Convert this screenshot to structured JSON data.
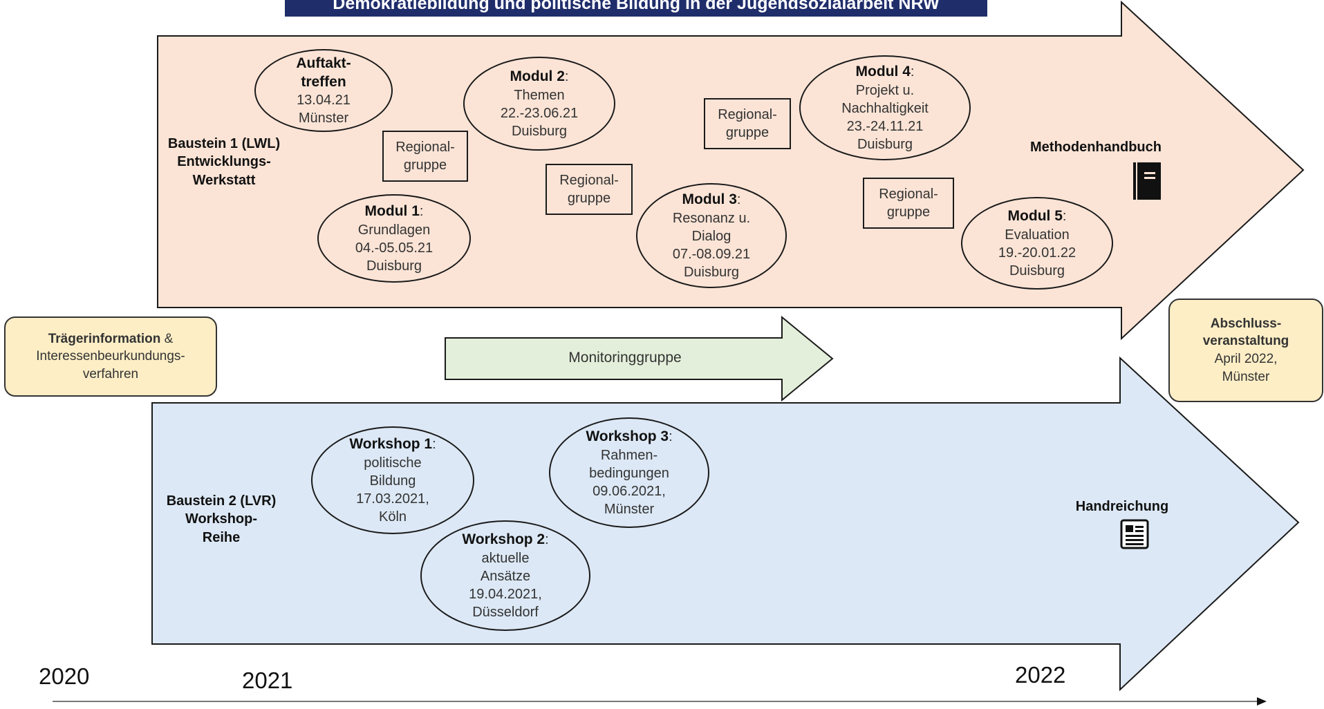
{
  "title": "Demokratiebildung und politische Bildung in der Jugendsozialarbeit NRW",
  "baustein1": {
    "label_line1": "Baustein 1 (LWL)",
    "label_line2": "Entwicklungs-",
    "label_line3": "Werkstatt",
    "output_label": "Methodenhandbuch",
    "output_icon": "book-icon",
    "kickoff": {
      "title_line1": "Auftakt-",
      "title_line2": "treffen",
      "date": "13.04.21",
      "place": "Münster"
    },
    "modules": [
      {
        "title": "Modul 1",
        "topic": "Grundlagen",
        "date": "04.-05.05.21",
        "place": "Duisburg"
      },
      {
        "title": "Modul 2",
        "topic": "Themen",
        "date": "22.-23.06.21",
        "place": "Duisburg"
      },
      {
        "title": "Modul 3",
        "topic_line1": "Resonanz u.",
        "topic_line2": "Dialog",
        "date": "07.-08.09.21",
        "place": "Duisburg"
      },
      {
        "title": "Modul 4",
        "topic_line1": "Projekt u.",
        "topic_line2": "Nachhaltigkeit",
        "date": "23.-24.11.21",
        "place": "Duisburg"
      },
      {
        "title": "Modul 5",
        "topic": "Evaluation",
        "date": "19.-20.01.22",
        "place": "Duisburg"
      }
    ],
    "regional_group": {
      "line1": "Regional-",
      "line2": "gruppe"
    }
  },
  "baustein2": {
    "label_line1": "Baustein 2 (LVR)",
    "label_line2": "Workshop-",
    "label_line3": "Reihe",
    "output_label": "Handreichung",
    "output_icon": "document-icon",
    "workshops": [
      {
        "title": "Workshop 1",
        "topic_line1": "politische",
        "topic_line2": "Bildung",
        "date": "17.03.2021,",
        "place": "Köln"
      },
      {
        "title": "Workshop 2",
        "topic_line1": "aktuelle",
        "topic_line2": "Ansätze",
        "date": "19.04.2021,",
        "place": "Düsseldorf"
      },
      {
        "title": "Workshop 3",
        "topic_line1": "Rahmen-",
        "topic_line2": "bedingungen",
        "date": "09.06.2021,",
        "place": "Münster"
      }
    ]
  },
  "monitoring": {
    "label": "Monitoringgruppe"
  },
  "traeger": {
    "bold": "Trägerinformation",
    "amp": " &",
    "line2": "Interessenbeurkundungs-",
    "line3": "verfahren"
  },
  "abschluss": {
    "line1": "Abschluss-",
    "line2": "veranstaltung",
    "line3": "April 2022,",
    "line4": "Münster"
  },
  "timeline": {
    "years": [
      "2020",
      "2021",
      "2022"
    ]
  },
  "colors": {
    "baustein1_fill": "#fbe4d6",
    "baustein2_fill": "#dce8f5",
    "monitoring_fill": "#e3efda",
    "highlight_box_fill": "#fdeec6",
    "title_banner": "#1f2d6b"
  }
}
